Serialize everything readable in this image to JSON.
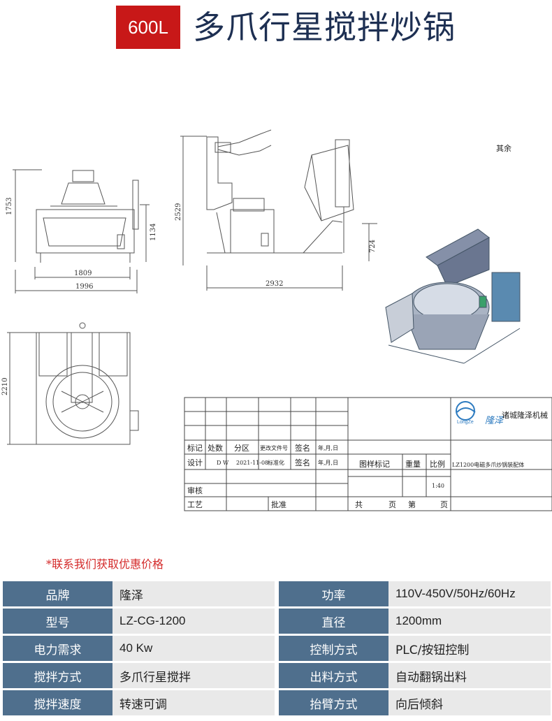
{
  "header": {
    "badge": "600L",
    "title": "多爪行星搅拌炒锅"
  },
  "drawing": {
    "dims": {
      "h1753": "1753",
      "h1134": "1134",
      "w1809": "1809",
      "w1996": "1996",
      "h2529": "2529",
      "w2932": "2932",
      "h724": "724",
      "h2210": "2210"
    },
    "remark": "其余"
  },
  "title_block": {
    "company": "诸城隆泽机械",
    "logo_text": "隆泽",
    "logo_sub": "LongZe",
    "row1": [
      "标记",
      "处数",
      "分区",
      "更改文件号",
      "签名",
      "年,月,日"
    ],
    "row2": [
      "设计",
      "D W",
      "2021-11-08",
      "标准化",
      "签名",
      "年,月,日"
    ],
    "mark_label": "图样标记",
    "weight_label": "重量",
    "scale_label": "比例",
    "scale_value": "1:40",
    "drawing_name": "LZ1200电磁多爪炒锅装配体",
    "review": "审核",
    "craft": "工艺",
    "approve": "批准",
    "sheets": [
      "共",
      "页",
      "第",
      "页"
    ]
  },
  "note": "*联系我们获取优惠价格",
  "specs": [
    {
      "k1": "品牌",
      "v1": "隆泽",
      "k2": "功率",
      "v2": "110V-450V/50Hz/60Hz"
    },
    {
      "k1": "型号",
      "v1": "LZ-CG-1200",
      "k2": "直径",
      "v2": "1200mm"
    },
    {
      "k1": "电力需求",
      "v1": "40 Kw",
      "k2": "控制方式",
      "v2": "PLC/按钮控制"
    },
    {
      "k1": "搅拌方式",
      "v1": "多爪行星搅拌",
      "k2": "出料方式",
      "v2": "自动翻锅出料"
    },
    {
      "k1": "搅拌速度",
      "v1": "转速可调",
      "k2": "抬臂方式",
      "v2": "向后倾斜"
    }
  ]
}
